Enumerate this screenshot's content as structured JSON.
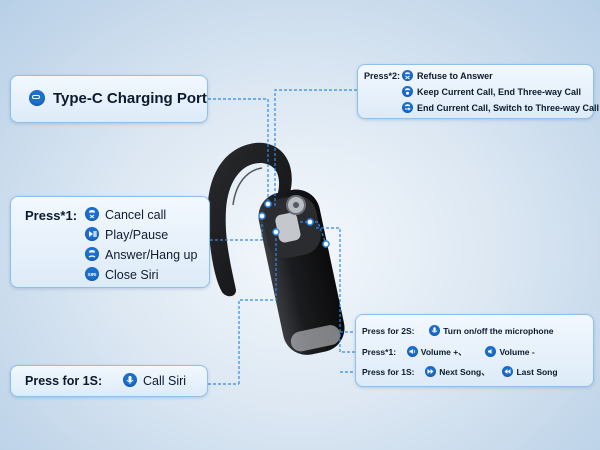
{
  "colors": {
    "accent": "#1c6fd0",
    "line": "#2e8be6",
    "card_border": "#8fc0ec"
  },
  "type_c": {
    "label": "Type-C Charging Port",
    "icon": "usb-c-icon"
  },
  "press2": {
    "header": "Press*2:",
    "items": [
      {
        "icon": "phone-refuse-icon",
        "label": "Refuse to Answer"
      },
      {
        "icon": "phone-keep-icon",
        "label": "Keep Current Call, End Three-way Call"
      },
      {
        "icon": "phone-switch-icon",
        "label": "End Current Call, Switch to Three-way Call"
      }
    ]
  },
  "press1": {
    "header": "Press*1:",
    "items": [
      {
        "icon": "cancel-call-icon",
        "label": "Cancel call"
      },
      {
        "icon": "play-pause-icon",
        "label": "Play/Pause"
      },
      {
        "icon": "answer-hangup-icon",
        "label": "Answer/Hang up"
      },
      {
        "icon": "siri-icon",
        "label": "Close Siri"
      }
    ]
  },
  "press1s": {
    "header": "Press for 1S:",
    "item": {
      "icon": "microphone-icon",
      "label": "Call Siri"
    }
  },
  "controls": {
    "row1": {
      "header": "Press for 2S:",
      "icon": "microphone-icon",
      "label": "Turn on/off  the microphone"
    },
    "row2": {
      "header": "Press*1:",
      "icon1": "volume-up-icon",
      "label1": "Volume +、",
      "icon2": "volume-down-icon",
      "label2": "Volume -"
    },
    "row3": {
      "header": "Press for 1S:",
      "icon1": "next-song-icon",
      "label1": "Next Song、",
      "icon2": "last-song-icon",
      "label2": "Last Song"
    }
  }
}
